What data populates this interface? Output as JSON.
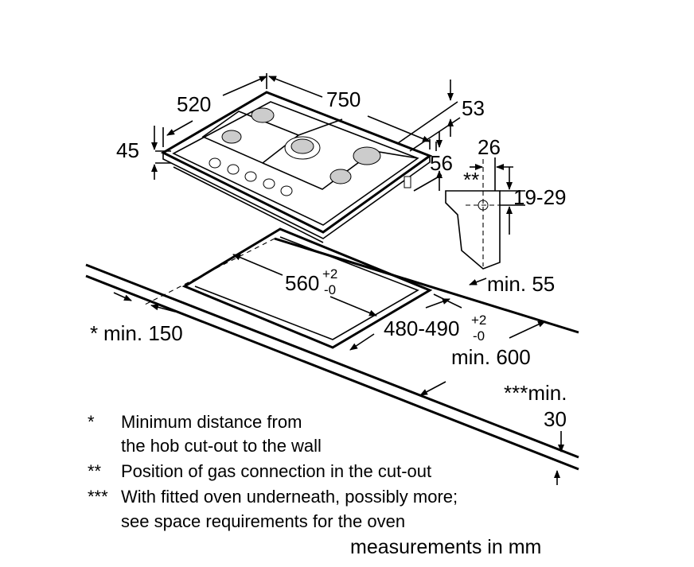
{
  "dimensions": {
    "depth": "520",
    "width": "750",
    "d53": "53",
    "height": "45",
    "d56": "56",
    "d26": "26",
    "gas_mark": "**",
    "gas_height": "19-29",
    "cutout_width": "560",
    "cutout_width_tol_plus": "+2",
    "cutout_width_tol_minus": "-0",
    "cutout_depth": "480-490",
    "cutout_depth_tol_plus": "+2",
    "cutout_depth_tol_minus": "-0",
    "min_back": "min. 55",
    "min_wall_star": "*",
    "min_wall": "min. 150",
    "min_depth": "min. 600",
    "min_oven_mark": "***min.",
    "min_oven": "30"
  },
  "notes": [
    {
      "mark": "*",
      "text": "Minimum distance from"
    },
    {
      "mark": "",
      "text": "the hob cut-out to the wall"
    },
    {
      "mark": "**",
      "text": "Position of gas connection in the cut-out"
    },
    {
      "mark": "***",
      "text": "With fitted oven underneath, possibly more;"
    },
    {
      "mark": "",
      "text": "see space requirements for the oven"
    }
  ],
  "units_label": "measurements in mm"
}
